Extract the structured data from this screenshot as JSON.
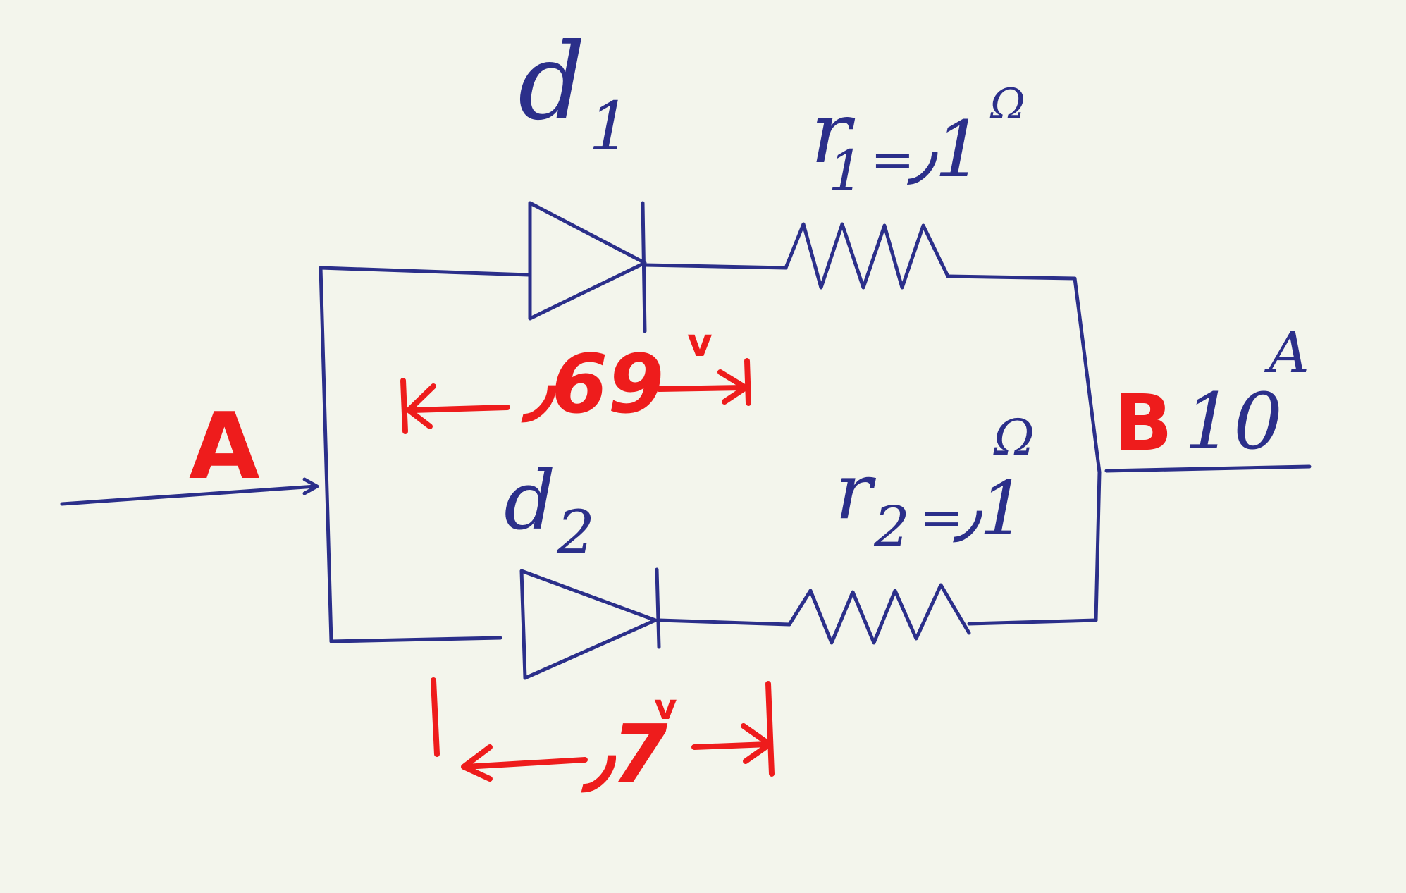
{
  "nodes": {
    "a": "A",
    "b": "B"
  },
  "current": {
    "value": "10",
    "unit": "A"
  },
  "branches": [
    {
      "diode": {
        "name": "d",
        "sub": "1"
      },
      "resistor": {
        "name": "r",
        "sub": "1",
        "eq": "=",
        "value": "٫1",
        "unit": "Ω"
      },
      "drop": {
        "value": "٫69",
        "unit": "v"
      }
    },
    {
      "diode": {
        "name": "d",
        "sub": "2"
      },
      "resistor": {
        "name": "r",
        "sub": "2",
        "eq": "=",
        "value": "٫1",
        "unit": "Ω"
      },
      "drop": {
        "value": "٫7",
        "unit": "v"
      }
    }
  ],
  "colors": {
    "ink": "#2b2f8a",
    "annotation": "#ee1c1c",
    "paper": "#f3f5ec"
  }
}
